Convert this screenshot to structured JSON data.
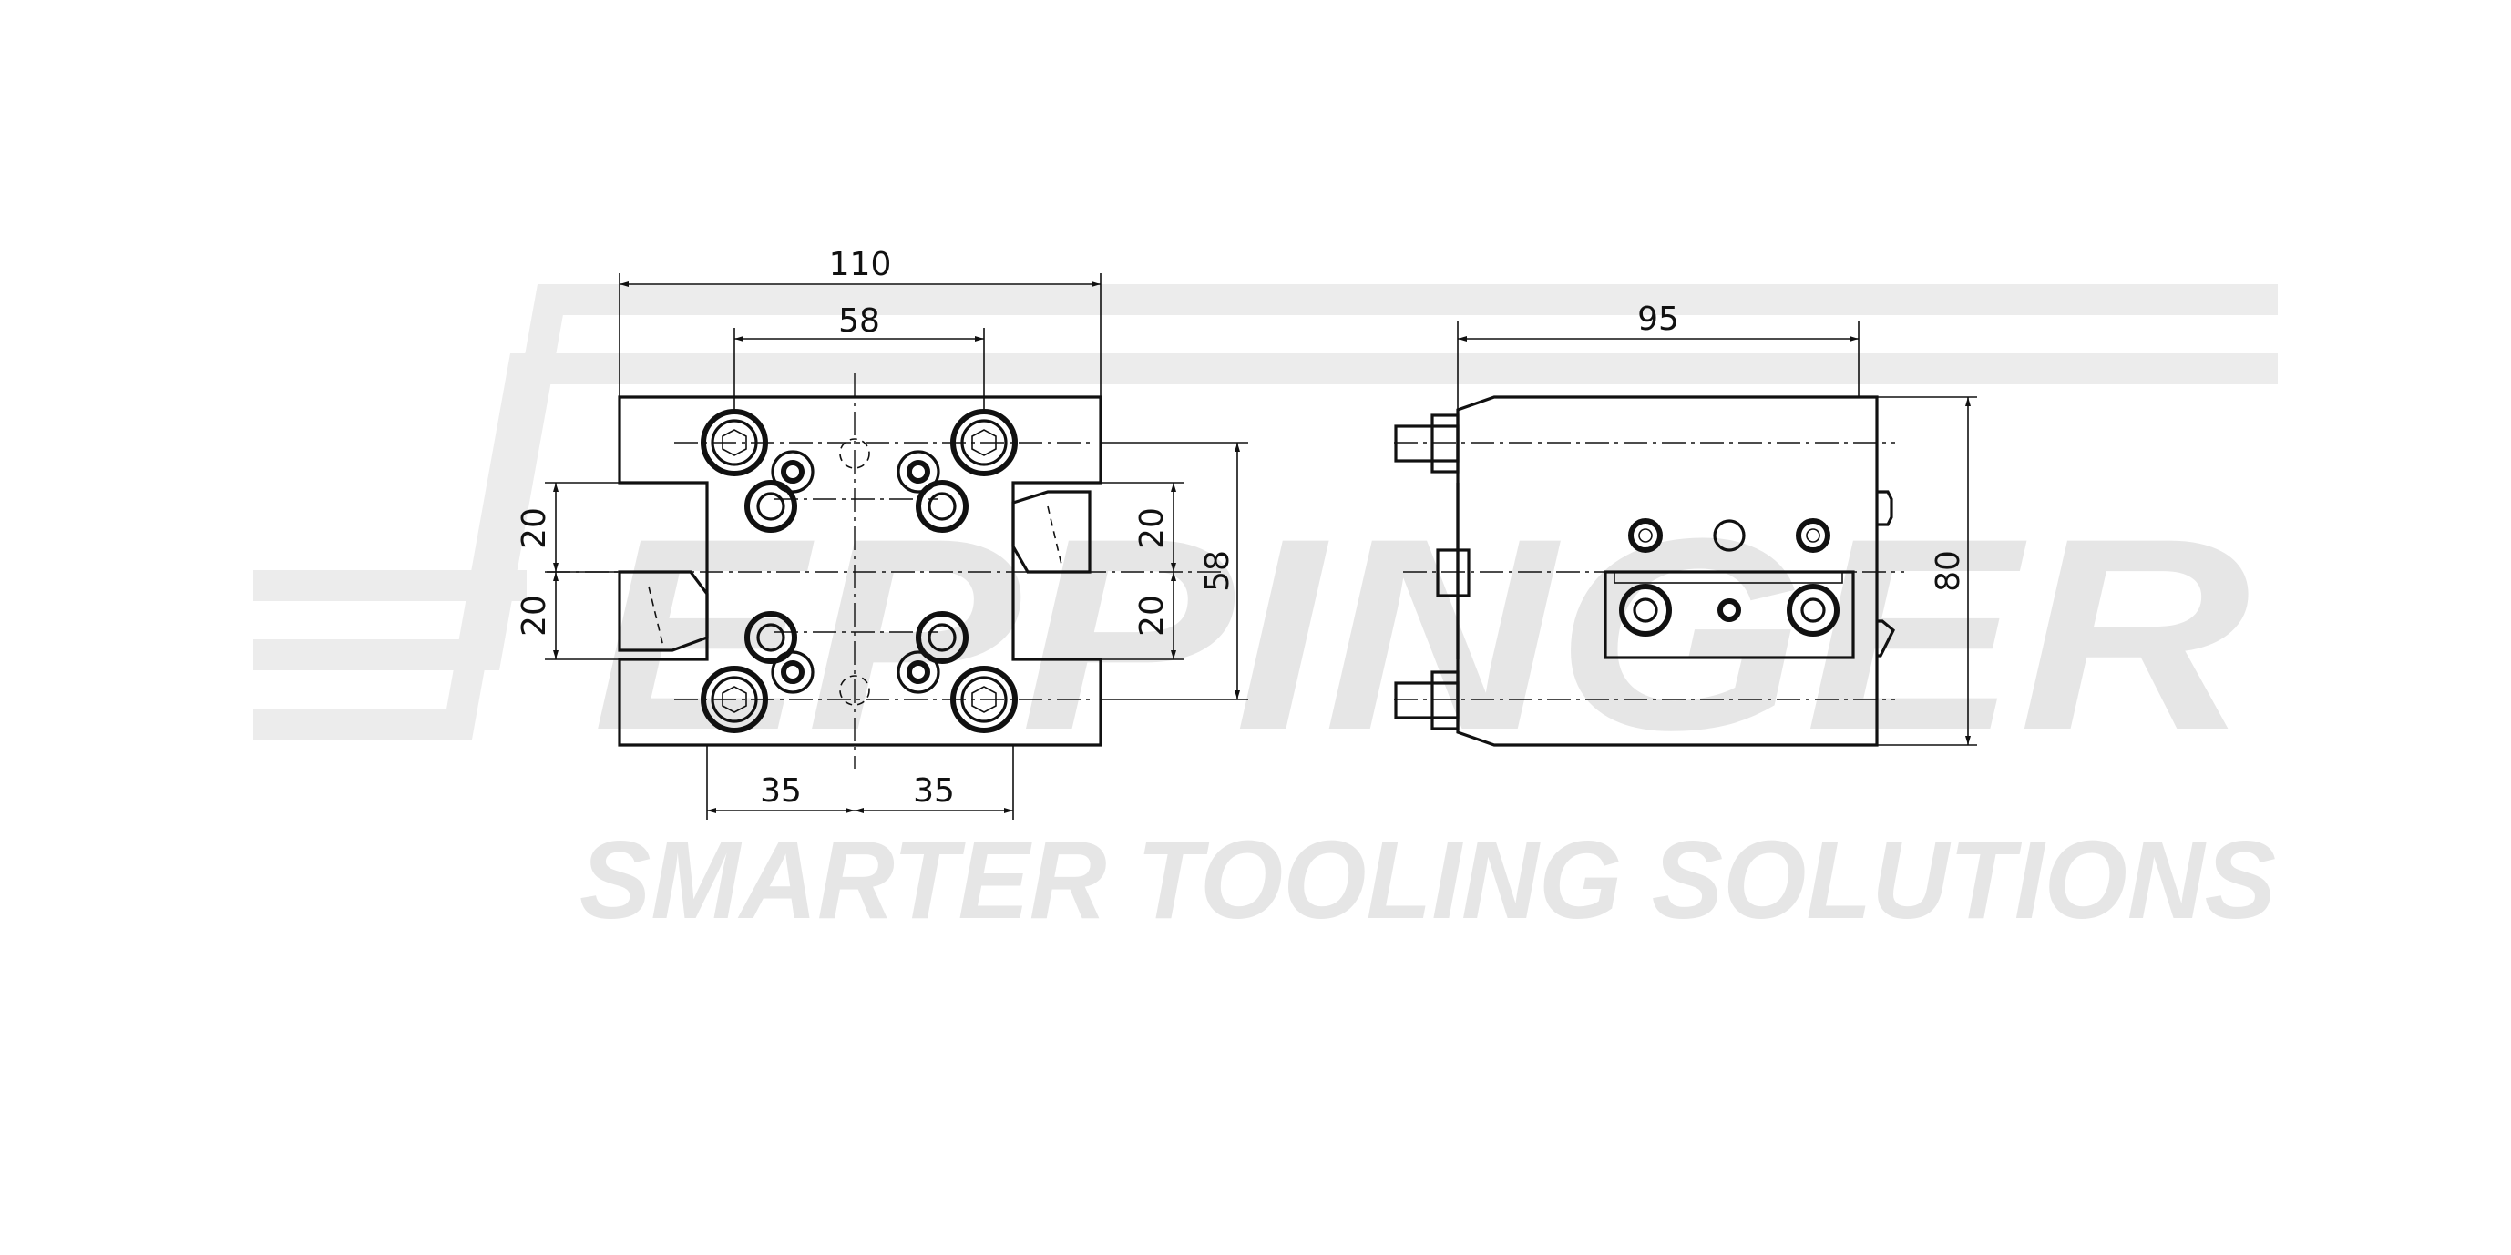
{
  "watermark": {
    "logo_text": "EPPINGER",
    "tagline": "SMARTER TOOLING SOLUTIONS"
  },
  "front_view": {
    "dim_overall_width": "110",
    "dim_bolt_spacing": "58",
    "dim_upper_offset": "20",
    "dim_lower_offset": "20",
    "dim_right_upper": "20",
    "dim_right_lower": "20",
    "dim_vertical_58": "58",
    "dim_bottom_left": "35",
    "dim_bottom_right": "35"
  },
  "side_view": {
    "dim_length": "95",
    "dim_height": "80"
  }
}
